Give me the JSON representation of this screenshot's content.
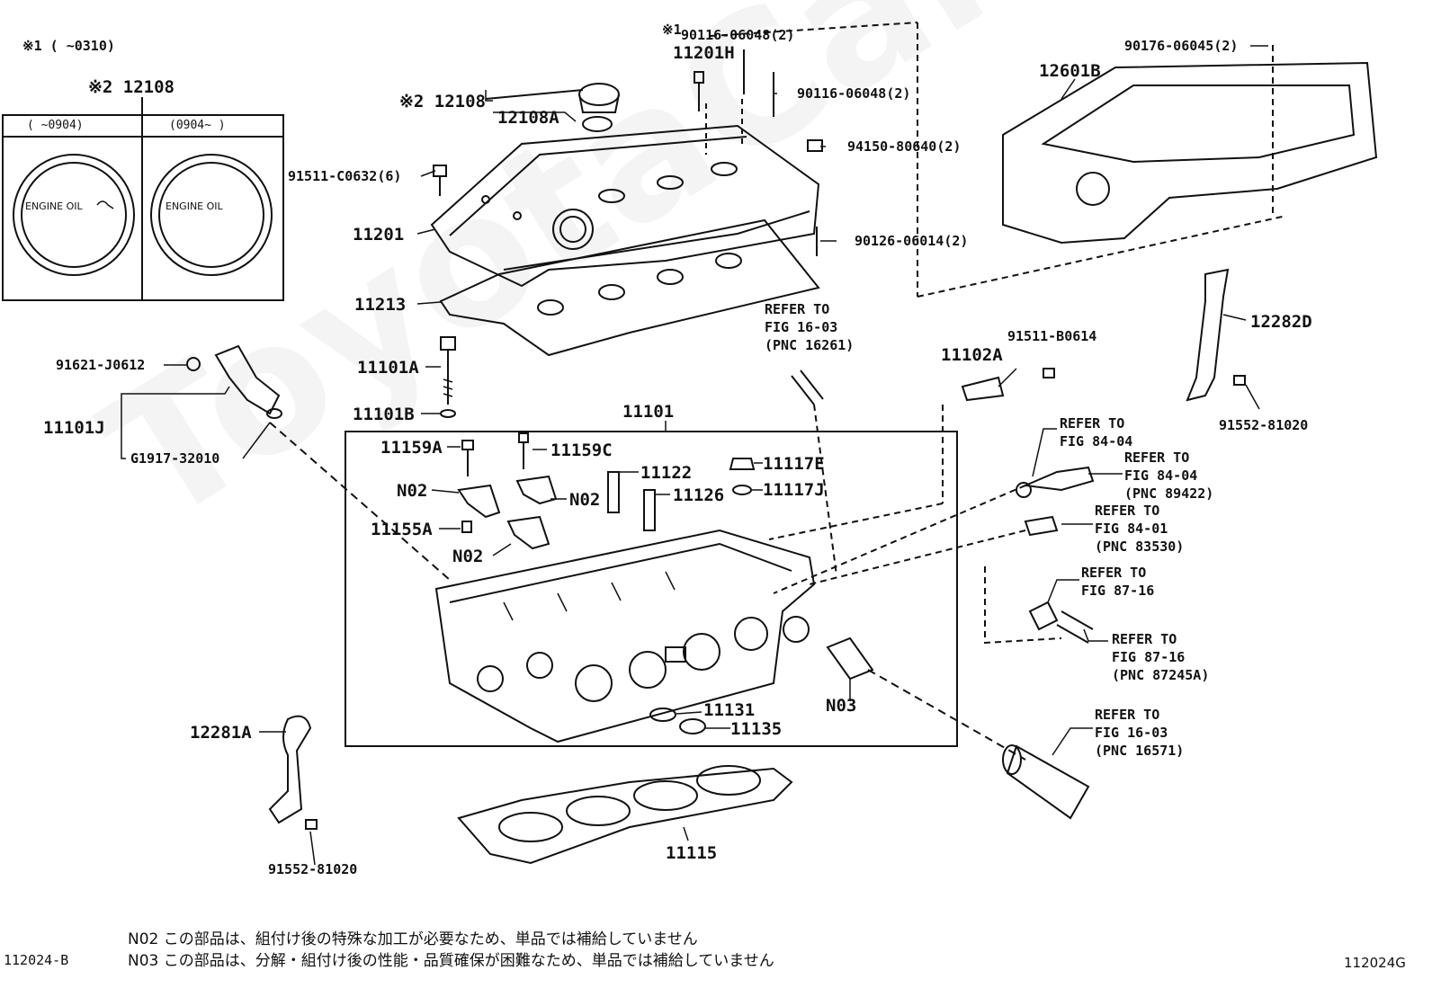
{
  "watermark": "ToyotaCarMine.ru",
  "note_top": "※1 (   ~0310)",
  "oil_cap_box": {
    "title": "※2 12108",
    "left_label": "(   ~0904)",
    "right_label": "(0904~   )",
    "cap_text": "ENGINE OIL"
  },
  "parts": {
    "p90116_top": "90116-06048(2)",
    "p90116_top_note": "※1",
    "p11201H": "11201H",
    "p12108": "※2 12108",
    "p12108A": "12108A",
    "p91511_c": "91511-C0632(6)",
    "p90116_mid": "90116-06048(2)",
    "p94150": "94150-80640(2)",
    "p90126": "90126-06014(2)",
    "p11201": "11201",
    "p11213": "11213",
    "p90176": "90176-06045(2)",
    "p12601B": "12601B",
    "p91621": "91621-J0612",
    "p11101J": "11101J",
    "pG1917": "G1917-32010",
    "p11101A": "11101A",
    "p11101B": "11101B",
    "p11101": "11101",
    "p11102A": "11102A",
    "p91511_b": "91511-B0614",
    "p12282D": "12282D",
    "p91552_right": "91552-81020",
    "p11159A": "11159A",
    "p11159C": "11159C",
    "p11122": "11122",
    "p11117E": "11117E",
    "p11117J": "11117J",
    "pN02_a": "N02",
    "pN02_b": "N02",
    "pN02_c": "N02",
    "p11126": "11126",
    "p11155A": "11155A",
    "pN03": "N03",
    "p11131": "11131",
    "p11135": "11135",
    "p12281A": "12281A",
    "p91552_left": "91552-81020",
    "p11115": "11115"
  },
  "refs": {
    "r_16_03_top": "REFER TO\nFIG 16-03\n(PNC 16261)",
    "r_84_04_a": "REFER TO\nFIG 84-04",
    "r_84_04_b": "REFER TO\nFIG 84-04\n(PNC 89422)",
    "r_84_01": "REFER TO\nFIG 84-01\n(PNC 83530)",
    "r_87_16_a": "REFER TO\nFIG 87-16",
    "r_87_16_b": "REFER TO\nFIG 87-16\n(PNC 87245A)",
    "r_16_03_bottom": "REFER TO\nFIG 16-03\n(PNC 16571)"
  },
  "footnotes": {
    "n02": "N02 この部品は、組付け後の特殊な加工が必要なため、単品では補給していません",
    "n03": "N03 この部品は、分解・組付け後の性能・品質確保が困難なため、単品では補給していません"
  },
  "code_left": "112024-B",
  "code_right": "112024G"
}
